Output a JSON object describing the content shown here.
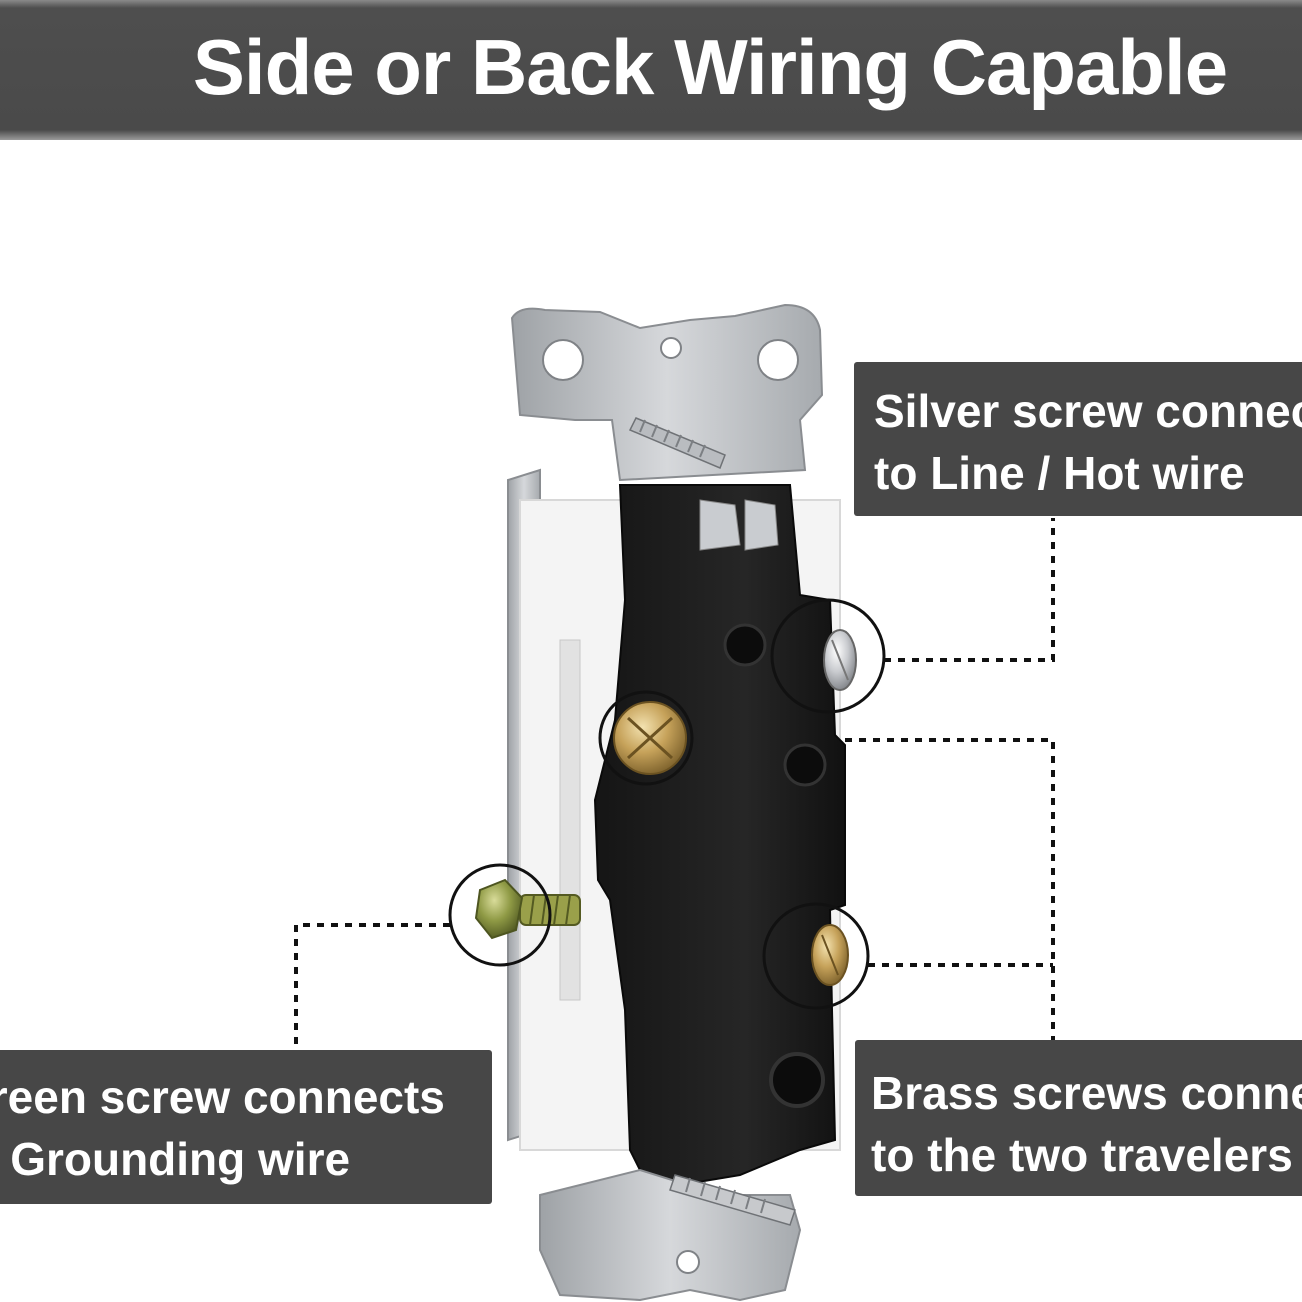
{
  "title": "Side or Back Wiring Capable",
  "callouts": {
    "silver": {
      "line1": "Silver screw connects",
      "line2": "to Line / Hot wire"
    },
    "green": {
      "line1": "Green screw connects",
      "line2": "to Grounding wire"
    },
    "brass": {
      "line1": "Brass screws connect",
      "line2": "to the two travelers"
    }
  },
  "colors": {
    "banner": "#4a4a4a",
    "callout_bg": "#474747",
    "text": "#ffffff",
    "switch_body": "#1c1c1c",
    "metal_strap": "#c4c6c9",
    "brass": "#b8954a",
    "green_screw": "#7d8a3a"
  }
}
